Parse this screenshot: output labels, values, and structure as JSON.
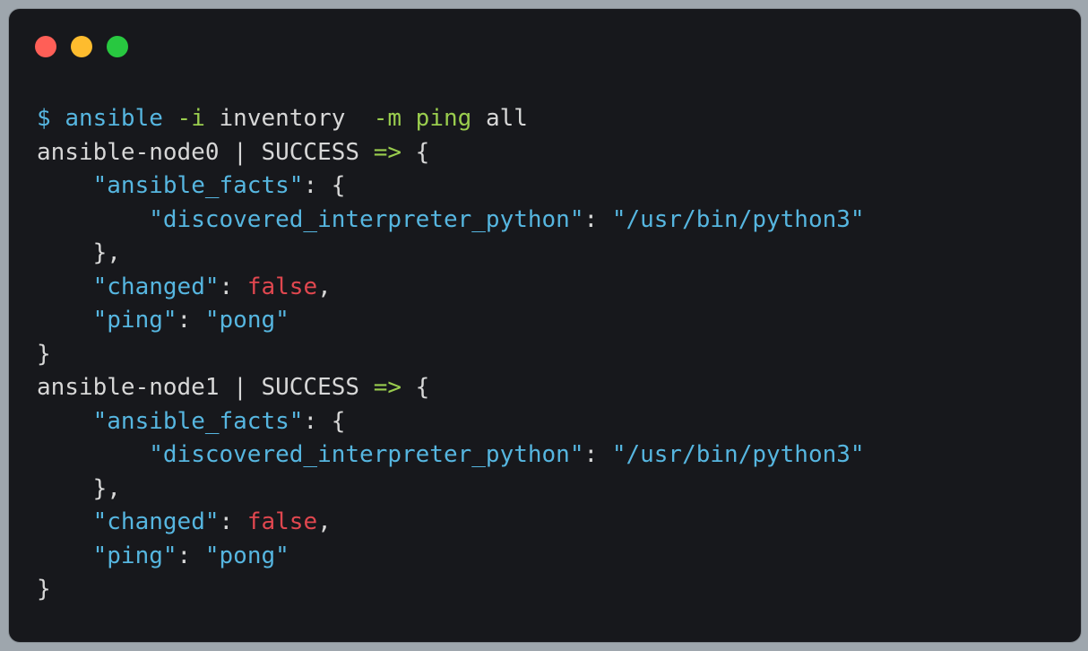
{
  "window": {
    "controls": {
      "close_color": "#ff5f57",
      "minimize_color": "#febc2e",
      "maximize_color": "#28c840"
    }
  },
  "terminal": {
    "colors": {
      "background": "#17181c",
      "text": "#d7d7d7",
      "command": "#56b6e0",
      "flag": "#9acd4e",
      "boolean": "#e0474f"
    },
    "lines": [
      [
        {
          "t": "$ ",
          "c": "prompt"
        },
        {
          "t": "ansible",
          "c": "cmd"
        },
        {
          "t": " ",
          "c": "plain"
        },
        {
          "t": "-i",
          "c": "flag"
        },
        {
          "t": " inventory  ",
          "c": "plain"
        },
        {
          "t": "-m",
          "c": "flag"
        },
        {
          "t": " ",
          "c": "plain"
        },
        {
          "t": "ping",
          "c": "mod"
        },
        {
          "t": " all",
          "c": "plain"
        }
      ],
      [
        {
          "t": "ansible-node0 | SUCCESS ",
          "c": "plain"
        },
        {
          "t": "=>",
          "c": "arrow"
        },
        {
          "t": " {",
          "c": "plain"
        }
      ],
      [
        {
          "t": "    ",
          "c": "plain"
        },
        {
          "t": "\"ansible_facts\"",
          "c": "key"
        },
        {
          "t": ": {",
          "c": "plain"
        }
      ],
      [
        {
          "t": "        ",
          "c": "plain"
        },
        {
          "t": "\"discovered_interpreter_python\"",
          "c": "key"
        },
        {
          "t": ": ",
          "c": "plain"
        },
        {
          "t": "\"/usr/bin/python3\"",
          "c": "str"
        }
      ],
      [
        {
          "t": "    },",
          "c": "plain"
        }
      ],
      [
        {
          "t": "    ",
          "c": "plain"
        },
        {
          "t": "\"changed\"",
          "c": "key"
        },
        {
          "t": ": ",
          "c": "plain"
        },
        {
          "t": "false",
          "c": "bool"
        },
        {
          "t": ",",
          "c": "plain"
        }
      ],
      [
        {
          "t": "    ",
          "c": "plain"
        },
        {
          "t": "\"ping\"",
          "c": "key"
        },
        {
          "t": ": ",
          "c": "plain"
        },
        {
          "t": "\"pong\"",
          "c": "str"
        }
      ],
      [
        {
          "t": "}",
          "c": "plain"
        }
      ],
      [
        {
          "t": "ansible-node1 | SUCCESS ",
          "c": "plain"
        },
        {
          "t": "=>",
          "c": "arrow"
        },
        {
          "t": " {",
          "c": "plain"
        }
      ],
      [
        {
          "t": "    ",
          "c": "plain"
        },
        {
          "t": "\"ansible_facts\"",
          "c": "key"
        },
        {
          "t": ": {",
          "c": "plain"
        }
      ],
      [
        {
          "t": "        ",
          "c": "plain"
        },
        {
          "t": "\"discovered_interpreter_python\"",
          "c": "key"
        },
        {
          "t": ": ",
          "c": "plain"
        },
        {
          "t": "\"/usr/bin/python3\"",
          "c": "str"
        }
      ],
      [
        {
          "t": "    },",
          "c": "plain"
        }
      ],
      [
        {
          "t": "    ",
          "c": "plain"
        },
        {
          "t": "\"changed\"",
          "c": "key"
        },
        {
          "t": ": ",
          "c": "plain"
        },
        {
          "t": "false",
          "c": "bool"
        },
        {
          "t": ",",
          "c": "plain"
        }
      ],
      [
        {
          "t": "    ",
          "c": "plain"
        },
        {
          "t": "\"ping\"",
          "c": "key"
        },
        {
          "t": ": ",
          "c": "plain"
        },
        {
          "t": "\"pong\"",
          "c": "str"
        }
      ],
      [
        {
          "t": "}",
          "c": "plain"
        }
      ]
    ]
  }
}
